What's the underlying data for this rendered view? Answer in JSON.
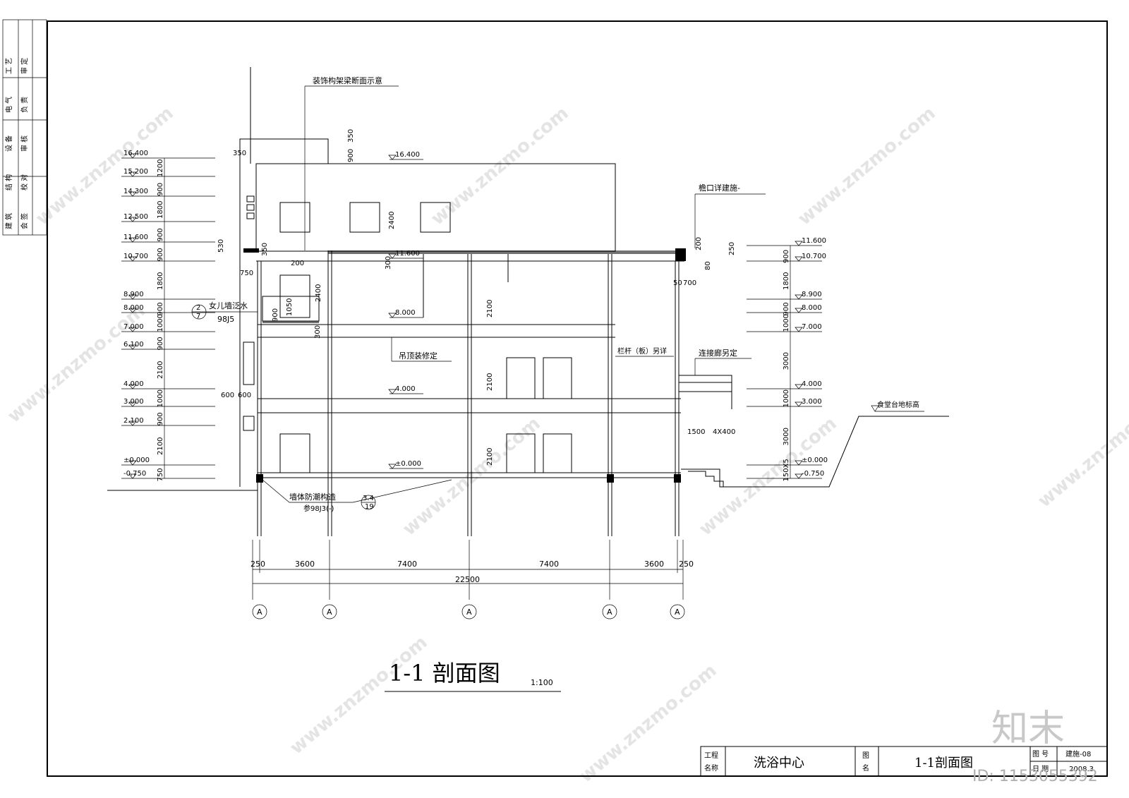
{
  "drawing": {
    "title": "1-1 剖面图",
    "scale": "1:100",
    "top_note": "装饰构架梁断面示意",
    "eave_note": "檐口详建施-",
    "parapet_note": "女儿墙泛水",
    "parapet_ref": "98J5",
    "parapet_idx_top": "2",
    "parapet_idx_bot": "7",
    "ceiling_note": "吊顶装修定",
    "railing_note": "栏杆（板）另详",
    "corridor_note": "连接廊另定",
    "moisture_note": "墙体防潮构造",
    "moisture_ref": "参98J3(-)",
    "moisture_idx_top": "3.4",
    "moisture_idx_bot": "19",
    "canteen_note": "食堂台地标高"
  },
  "left_elevations": [
    "16.400",
    "15.200",
    "14.300",
    "12.500",
    "11.600",
    "10.700",
    "8.900",
    "8.000",
    "7.000",
    "6.100",
    "4.000",
    "3.000",
    "2.100",
    "±0.000",
    "-0.750"
  ],
  "left_dims": [
    "1200",
    "900",
    "1800",
    "900",
    "900",
    "1800",
    "900",
    "1000",
    "900",
    "2100",
    "1000",
    "900",
    "2100",
    "750"
  ],
  "right_elevations": [
    "11.600",
    "10.700",
    "8.900",
    "8.000",
    "7.000",
    "4.000",
    "3.000",
    "±0.000",
    "-0.750"
  ],
  "right_dims": [
    "900",
    "1800",
    "900",
    "1000",
    "3000",
    "1000",
    "3000",
    "150X5"
  ],
  "inner_levels": [
    "16.400",
    "11.600",
    "8.000",
    "4.000",
    "±0.000"
  ],
  "misc_dims": [
    "350",
    "900",
    "350",
    "530",
    "750",
    "350",
    "200",
    "2400",
    "300",
    "900",
    "1050",
    "2400",
    "300",
    "2100",
    "2100",
    "2100",
    "600",
    "600",
    "200",
    "80",
    "250",
    "50",
    "700",
    "1500",
    "4X400"
  ],
  "axis_dims": [
    "250",
    "3600",
    "7400",
    "7400",
    "3600",
    "250"
  ],
  "total_dim": "22500",
  "axis_label": "A",
  "title_block": {
    "project_label": "工程名称",
    "project_label_1": "工程",
    "project_label_2": "名称",
    "project": "洗浴中心",
    "drawing_label_1": "图",
    "drawing_label_2": "名",
    "drawing_name": "1-1剖面图",
    "no_label": "图 号",
    "no_value": "建施-08",
    "date_label": "日 期",
    "date_value": "2008.3"
  },
  "sign_block": {
    "col1": [
      "建 筑",
      "结 构",
      "设 备",
      "电 气",
      "工 艺"
    ],
    "col2": [
      "会 签",
      "校 对",
      "审 核",
      "负 责",
      "审 定"
    ]
  },
  "watermark": {
    "text": "www.znzmo.com",
    "brand": "知末",
    "id": "ID: 1153055392"
  }
}
